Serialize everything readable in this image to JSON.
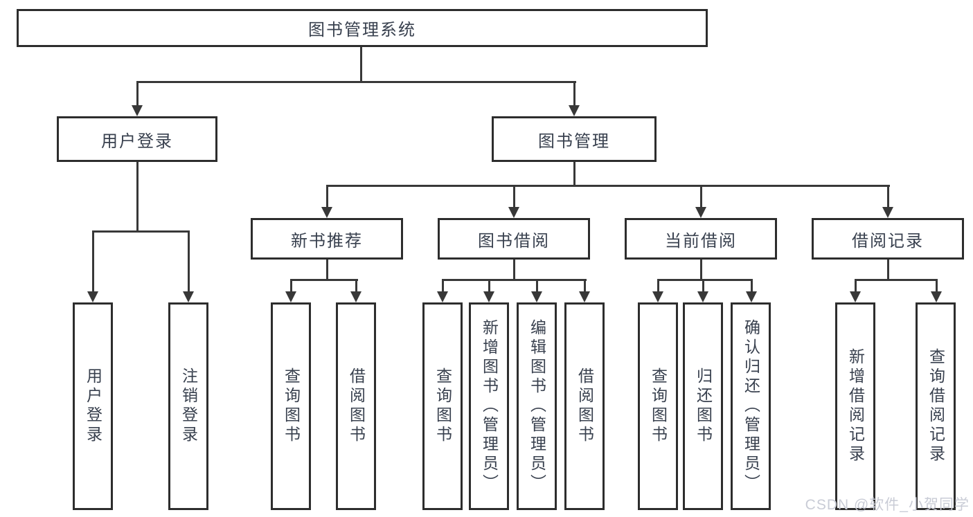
{
  "tree": {
    "root": {
      "label": "图书管理系统"
    },
    "branches": [
      {
        "label": "用户登录",
        "leaves": [
          "用户登录",
          "注销登录"
        ]
      },
      {
        "label": "图书管理",
        "groups": [
          {
            "label": "新书推荐",
            "leaves": [
              "查询图书",
              "借阅图书"
            ]
          },
          {
            "label": "图书借阅",
            "leaves": [
              "查询图书",
              "新增图书（管理员）",
              "编辑图书（管理员）",
              "借阅图书"
            ]
          },
          {
            "label": "当前借阅",
            "leaves": [
              "查询图书",
              "归还图书",
              "确认归还（管理员）"
            ]
          },
          {
            "label": "借阅记录",
            "leaves": [
              "新增借阅记录",
              "查询借阅记录"
            ]
          }
        ]
      }
    ]
  },
  "watermark": {
    "text": "CSDN @软件_小贺同学",
    "color": "#c9ccd6"
  },
  "colors": {
    "background": "#ffffff",
    "box_border": "#2d2d2d",
    "connector_line": "#383838",
    "text": "#38404e"
  }
}
